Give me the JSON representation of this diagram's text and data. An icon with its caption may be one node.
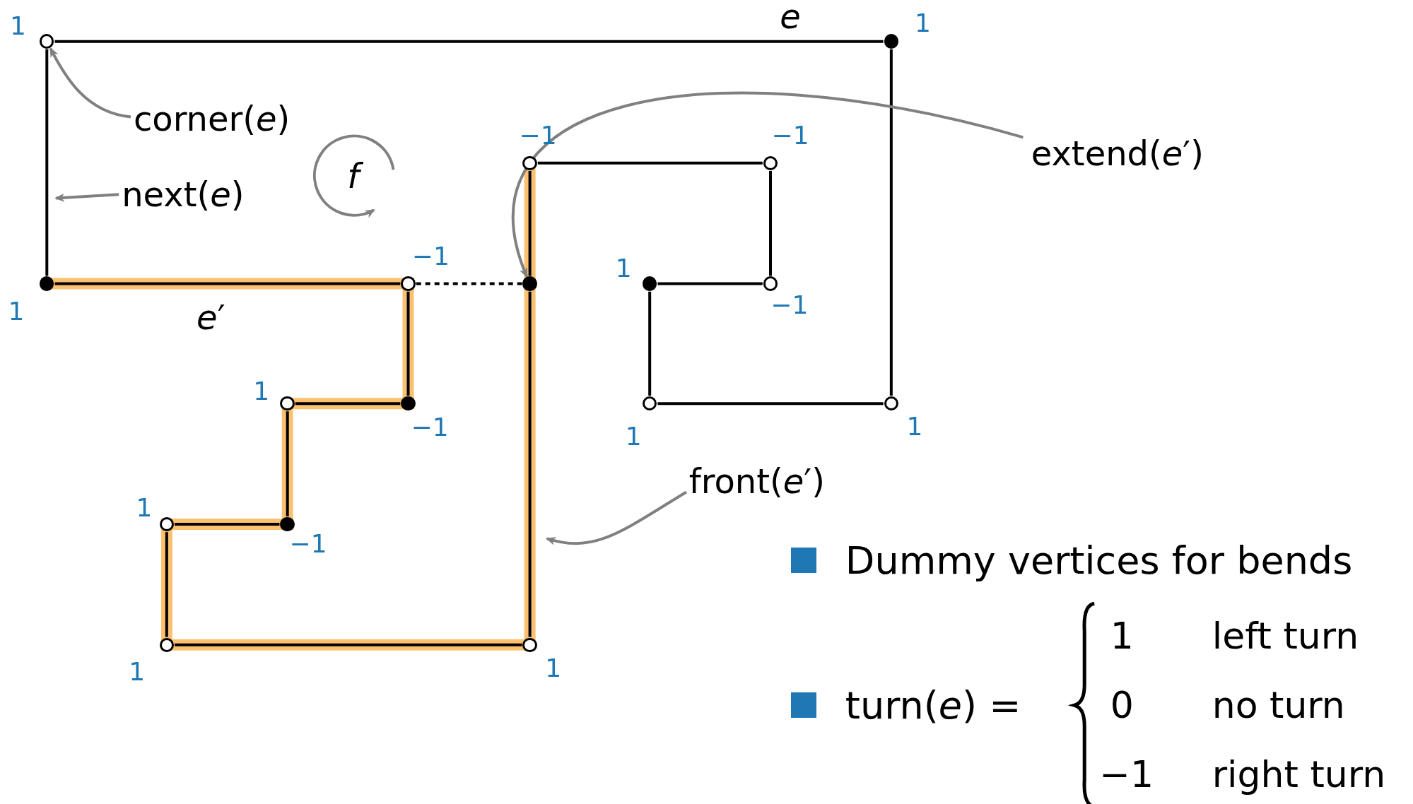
{
  "diagram": {
    "nodes": [
      {
        "text": [],
        "shape": "circle",
        "beside": [
          "1"
        ]
      },
      {
        "text": [],
        "shape": "dot",
        "beside": [
          "1"
        ]
      },
      {
        "text": [],
        "shape": "circle",
        "beside": [
          "1"
        ]
      },
      {
        "text": [],
        "shape": "circle",
        "beside": [
          "1"
        ]
      },
      {
        "text": [],
        "shape": "dot",
        "beside": [
          "1"
        ]
      },
      {
        "text": [],
        "shape": "circle",
        "beside": [
          "−1"
        ]
      },
      {
        "text": [],
        "shape": "circle",
        "beside": [
          "−1"
        ]
      },
      {
        "text": [],
        "shape": "circle",
        "beside": [
          "−1"
        ]
      },
      {
        "text": [],
        "shape": "dot"
      },
      {
        "text": [],
        "shape": "circle",
        "beside": [
          "1"
        ]
      },
      {
        "text": [],
        "shape": "circle",
        "beside": [
          "1"
        ]
      },
      {
        "text": [],
        "shape": "circle",
        "beside": [
          "1"
        ]
      },
      {
        "text": [],
        "shape": "dot",
        "beside": [
          "−1"
        ]
      },
      {
        "text": [],
        "shape": "circle",
        "beside": [
          "1"
        ]
      },
      {
        "text": [],
        "shape": "dot",
        "beside": [
          "−1"
        ]
      },
      {
        "text": [],
        "shape": "circle",
        "beside": [
          "−1"
        ]
      },
      {
        "text": [],
        "shape": "dot",
        "beside": [
          "1"
        ]
      },
      {
        "text": [
          "corner(*e*)"
        ]
      },
      {
        "text": [
          "next(*e*)"
        ]
      },
      {
        "text": [
          "extend(*e*′)"
        ]
      },
      {
        "text": [
          "front(*e*′)"
        ]
      }
    ],
    "edges": [
      {
        "from": 0,
        "to": 1,
        "arrow": "none",
        "label": "*e*"
      },
      {
        "from": 1,
        "to": 2,
        "arrow": "none"
      },
      {
        "from": 2,
        "to": 3,
        "arrow": "none"
      },
      {
        "from": 3,
        "to": 4,
        "arrow": "none"
      },
      {
        "from": 4,
        "to": 5,
        "arrow": "none"
      },
      {
        "from": 5,
        "to": 6,
        "arrow": "none"
      },
      {
        "from": 6,
        "to": 7,
        "arrow": "none"
      },
      {
        "from": 7,
        "to": 8,
        "arrow": "none",
        "style": "thick",
        "color": "#fbc070"
      },
      {
        "from": 8,
        "to": 9,
        "arrow": "none",
        "style": "thick",
        "color": "#fbc070"
      },
      {
        "from": 9,
        "to": 10,
        "arrow": "none",
        "style": "thick",
        "color": "#fbc070"
      },
      {
        "from": 10,
        "to": 11,
        "arrow": "none",
        "style": "thick",
        "color": "#fbc070"
      },
      {
        "from": 11,
        "to": 12,
        "arrow": "none",
        "style": "thick",
        "color": "#fbc070"
      },
      {
        "from": 12,
        "to": 13,
        "arrow": "none",
        "style": "thick",
        "color": "#fbc070"
      },
      {
        "from": 13,
        "to": 14,
        "arrow": "none",
        "style": "thick",
        "color": "#fbc070"
      },
      {
        "from": 14,
        "to": 15,
        "arrow": "none",
        "style": "thick",
        "color": "#fbc070"
      },
      {
        "from": 15,
        "to": 16,
        "arrow": "none",
        "style": "thick",
        "color": "#fbc070",
        "label": "*e*′"
      },
      {
        "from": 16,
        "to": 0,
        "arrow": "none"
      },
      {
        "from": 15,
        "to": 8,
        "arrow": "none",
        "style": "dashed"
      },
      {
        "from": 17,
        "to": 0,
        "arrow": "to",
        "color": "#808080"
      },
      {
        "from": 18,
        "to": null,
        "arrow": "to",
        "color": "#808080"
      },
      {
        "from": 19,
        "to": 8,
        "arrow": "to",
        "color": "#808080"
      },
      {
        "from": 20,
        "to": null,
        "arrow": "to",
        "color": "#808080"
      }
    ],
    "labels": [
      "*f*",
      "1",
      "left turn",
      "0",
      "no turn",
      "−1",
      "right turn"
    ],
    "legend": [
      {
        "text": "Dummy vertices for bends",
        "color": "#1f78b4"
      },
      {
        "text": "turn(*e*) =",
        "color": "#1f78b4"
      }
    ]
  }
}
